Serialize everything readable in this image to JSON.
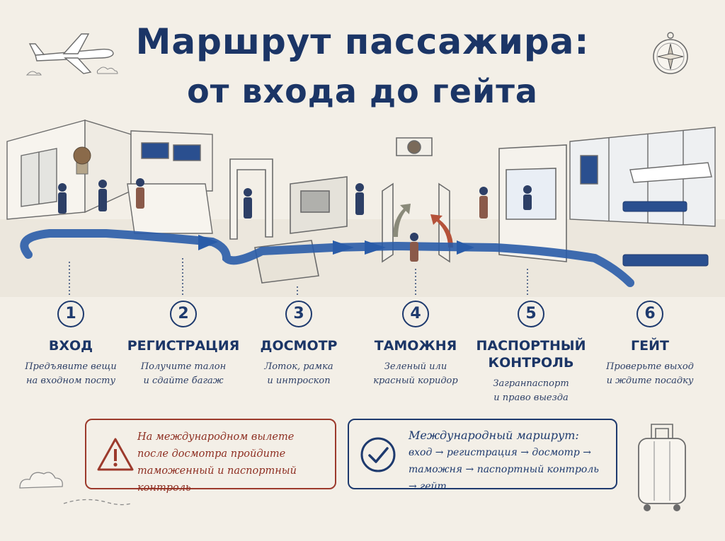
{
  "title": {
    "line1": "Маршрут пассажира:",
    "line2": "от входа до гейта"
  },
  "steps": [
    {
      "number": "1",
      "name": "ВХОД",
      "desc_line1": "Предъявите вещи",
      "desc_line2": "на входном посту"
    },
    {
      "number": "2",
      "name": "РЕГИСТРАЦИЯ",
      "desc_line1": "Получите талон",
      "desc_line2": "и сдайте багаж"
    },
    {
      "number": "3",
      "name": "ДОСМОТР",
      "desc_line1": "Лоток, рамка",
      "desc_line2": "и интроскоп"
    },
    {
      "number": "4",
      "name": "ТАМОЖНЯ",
      "desc_line1": "Зеленый или",
      "desc_line2": "красный коридор"
    },
    {
      "number": "5",
      "name_line1": "ПАСПОРТНЫЙ",
      "name_line2": "КОНТРОЛЬ",
      "desc_line1": "Загранпаспорт",
      "desc_line2": "и право выезда"
    },
    {
      "number": "6",
      "name": "ГЕЙТ",
      "desc_line1": "Проверьте выход",
      "desc_line2": "и ждите посадку"
    }
  ],
  "warning": {
    "line1": "На международном вылете",
    "line2": "после досмотра пройдите",
    "line3": "таможенный и паспортный контроль"
  },
  "route": {
    "line1": "Международный маршрут:",
    "line2": "вход → регистрация → досмотр →",
    "line3": "таможня → паспортный контроль → гейт"
  },
  "colors": {
    "primary_blue": "#1e3a6e",
    "route_blue": "#2a5ca8",
    "warning_red": "#9c3a2c",
    "green_corridor": "#8a8a7a",
    "red_corridor": "#b5523a",
    "background": "#f3efe7"
  }
}
